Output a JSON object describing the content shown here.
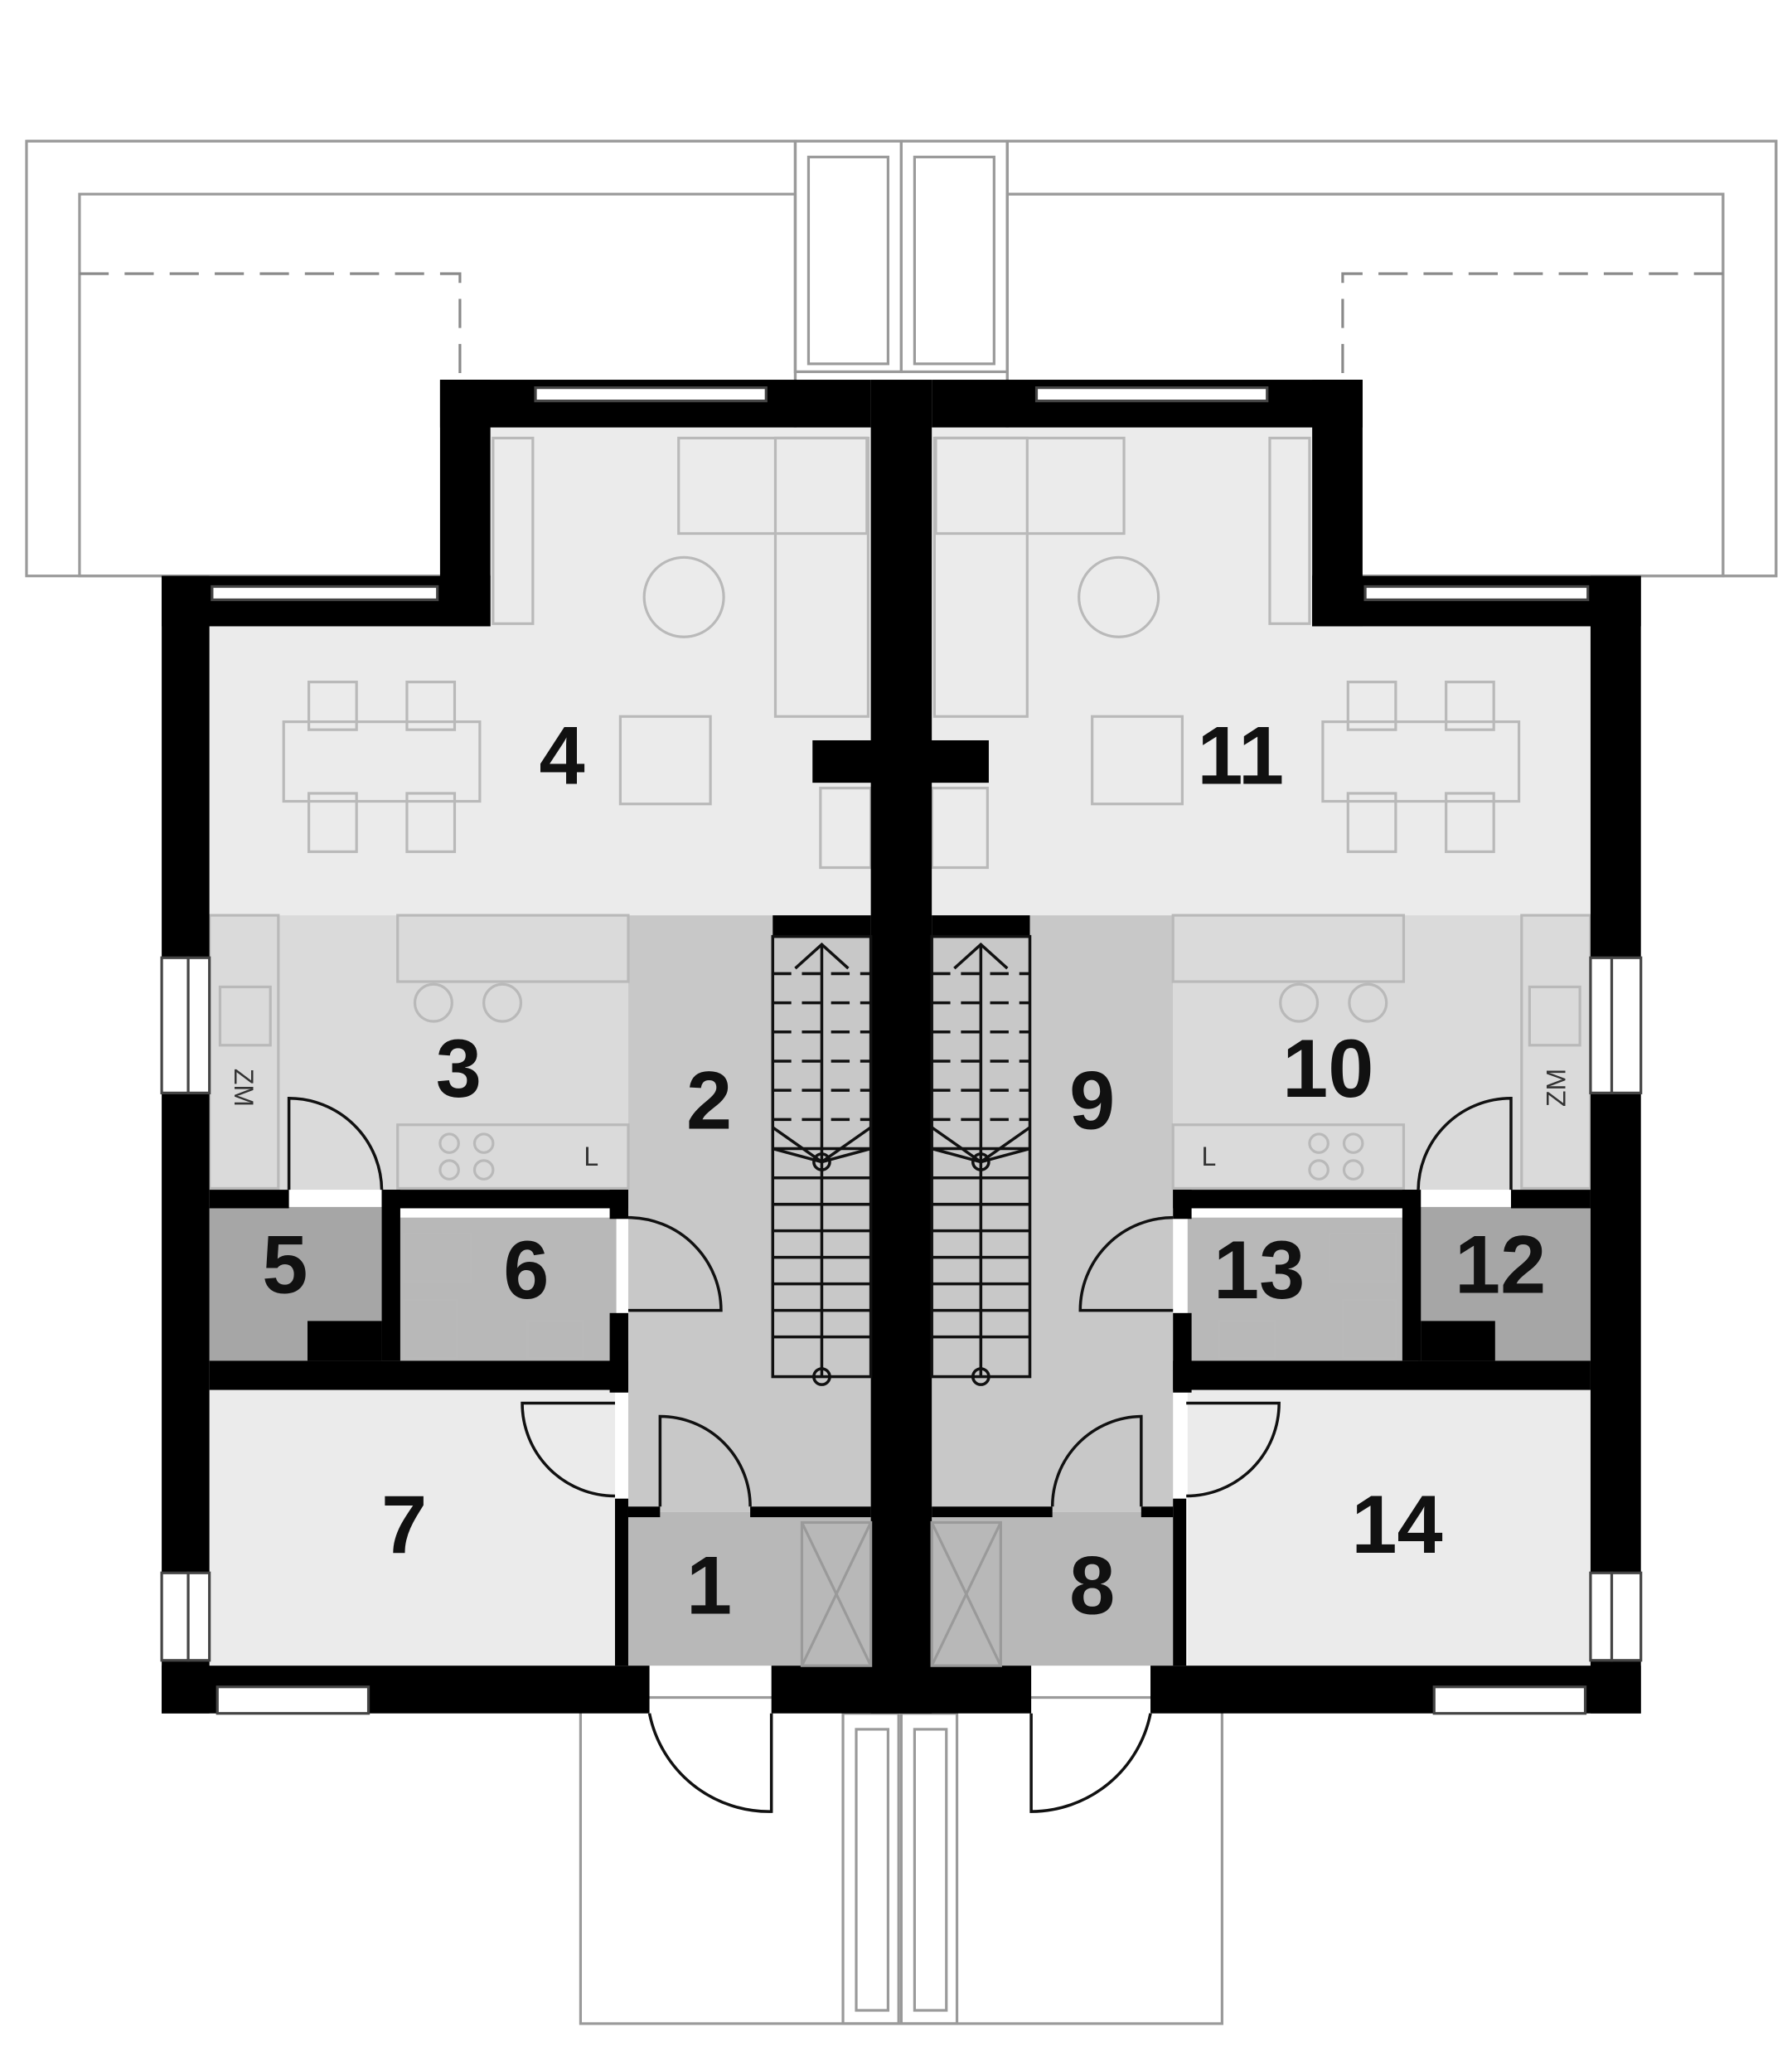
{
  "rooms": [
    {
      "id": "1",
      "label": "1",
      "fill": "#b8b8b8"
    },
    {
      "id": "2",
      "label": "2",
      "fill": "#c8c8c8"
    },
    {
      "id": "3",
      "label": "3",
      "fill": "#dadada"
    },
    {
      "id": "4",
      "label": "4",
      "fill": "#ebebeb"
    },
    {
      "id": "5",
      "label": "5",
      "fill": "#a6a6a6"
    },
    {
      "id": "6",
      "label": "6",
      "fill": "#b8b8b8"
    },
    {
      "id": "7",
      "label": "7",
      "fill": "#ebebeb"
    },
    {
      "id": "8",
      "label": "8",
      "fill": "#b8b8b8"
    },
    {
      "id": "9",
      "label": "9",
      "fill": "#c8c8c8"
    },
    {
      "id": "10",
      "label": "10",
      "fill": "#dadada"
    },
    {
      "id": "11",
      "label": "11",
      "fill": "#ebebeb"
    },
    {
      "id": "12",
      "label": "12",
      "fill": "#a6a6a6"
    },
    {
      "id": "13",
      "label": "13",
      "fill": "#b8b8b8"
    },
    {
      "id": "14",
      "label": "14",
      "fill": "#ebebeb"
    }
  ],
  "fixtures": {
    "boiler_label": "ZM",
    "laundry_label": "L"
  }
}
